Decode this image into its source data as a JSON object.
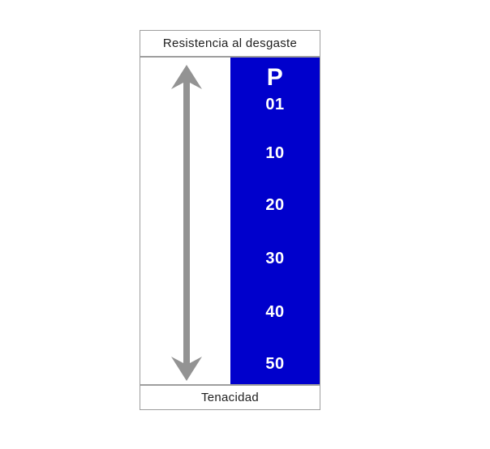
{
  "diagram": {
    "top_label": "Resistencia al desgaste",
    "bottom_label": "Tenacidad",
    "grade_letter": "P",
    "grades": [
      "01",
      "10",
      "20",
      "30",
      "40",
      "50"
    ]
  },
  "colors": {
    "band": "#0000cc",
    "arrow": "#939393",
    "border": "#9e9e9e",
    "text": "#1e1e1e"
  },
  "icons": {
    "arrow": "double-headed-vertical-arrow-icon"
  }
}
